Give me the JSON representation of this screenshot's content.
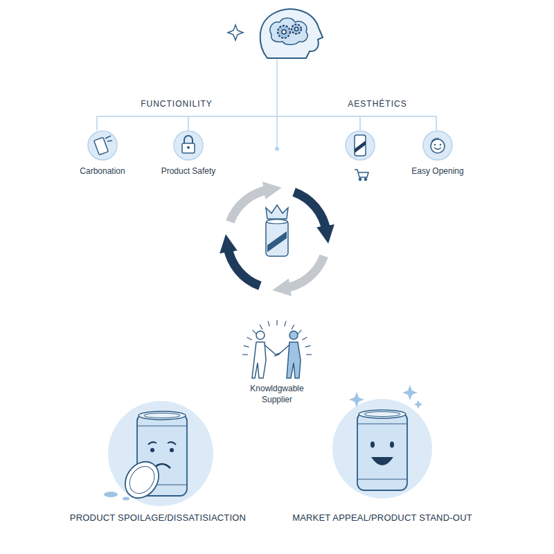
{
  "diagram": {
    "nodes": [
      {
        "text": [
          "Carbonation"
        ]
      },
      {
        "text": [
          "Product Safety"
        ]
      },
      {
        "text": [
          "Easy Opening"
        ]
      },
      {
        "text": [
          "PRODUCT SPOILAGE/DISSATISIACTION"
        ]
      },
      {
        "text": [
          "MARKET APPEAL/PRODUCT STAND-OUT"
        ]
      }
    ],
    "labels": [
      "FUNCTIONILITY",
      "AESTHÉTICS",
      "Knowldgwable Supplier"
    ]
  }
}
